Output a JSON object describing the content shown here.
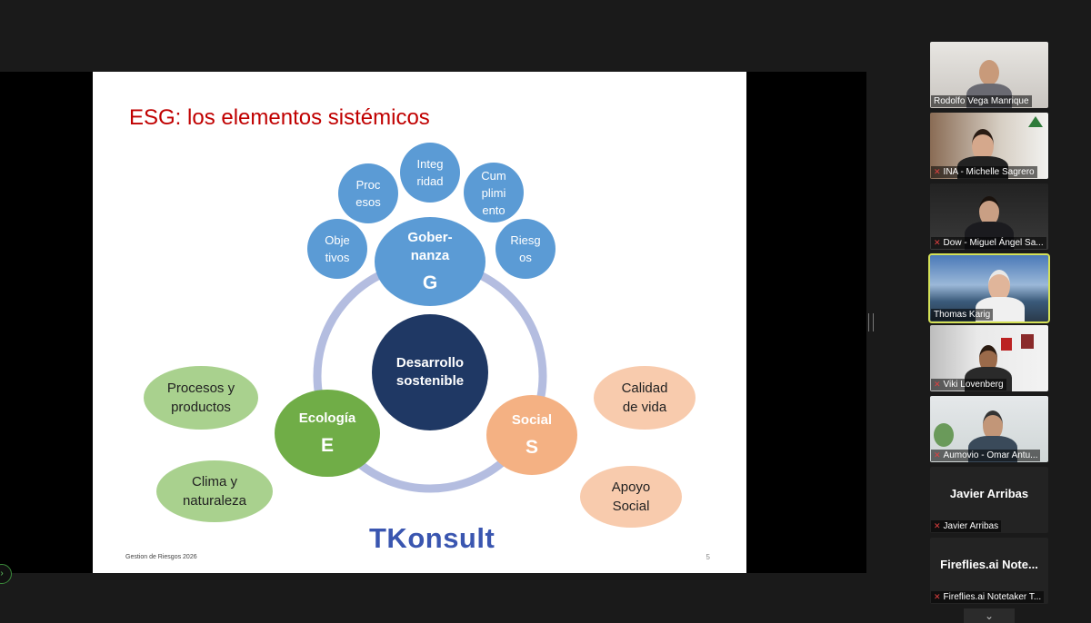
{
  "slide": {
    "title": "ESG: los elementos sistémicos",
    "footer": "Gestion de Riesgos 2026",
    "page_number": "5",
    "brand": "TKonsult",
    "center": {
      "line1": "Desarrollo",
      "line2": "sostenible"
    },
    "governance": {
      "name_line1": "Gober-",
      "name_line2": "nanza",
      "letter": "G",
      "items": [
        {
          "l1": "Obje",
          "l2": "tivos"
        },
        {
          "l1": "Proc",
          "l2": "esos"
        },
        {
          "l1": "Integ",
          "l2": "ridad"
        },
        {
          "l1": "Cum",
          "l2": "plimi",
          "l3": "ento"
        },
        {
          "l1": "Riesg",
          "l2": "os"
        }
      ]
    },
    "ecology": {
      "name": "Ecología",
      "letter": "E",
      "items": [
        {
          "l1": "Procesos y",
          "l2": "productos"
        },
        {
          "l1": "Clima y",
          "l2": "naturaleza"
        }
      ]
    },
    "social": {
      "name": "Social",
      "letter": "S",
      "items": [
        {
          "l1": "Calidad",
          "l2": "de vida"
        },
        {
          "l1": "Apoyo",
          "l2": "Social"
        }
      ]
    },
    "colors": {
      "blue": "#5b9bd5",
      "navy": "#1f3864",
      "green": "#70ad47",
      "orange": "#f4b183",
      "ring": "#b4bde0"
    }
  },
  "participants": [
    {
      "name": "Rodolfo Vega Manrique",
      "muted": false,
      "video": true
    },
    {
      "name": "INA - Michelle Sagrero",
      "muted": true,
      "video": true
    },
    {
      "name": "Dow - Miguel Ángel Sa...",
      "muted": true,
      "video": true
    },
    {
      "name": "Thomas Karig",
      "muted": false,
      "video": true,
      "active_speaker": true
    },
    {
      "name": "Viki Lovenberg",
      "muted": true,
      "video": true
    },
    {
      "name": "Aumovio - Omar Antu...",
      "muted": true,
      "video": true
    },
    {
      "name": "Javier Arribas",
      "display": "Javier Arribas",
      "muted": true,
      "video": false
    },
    {
      "name": "Fireflies.ai Notetaker T...",
      "display": "Fireflies.ai  Note...",
      "muted": true,
      "video": false
    }
  ],
  "icons": {
    "mute": "mic-off-icon",
    "more": "chevron-down-icon"
  }
}
